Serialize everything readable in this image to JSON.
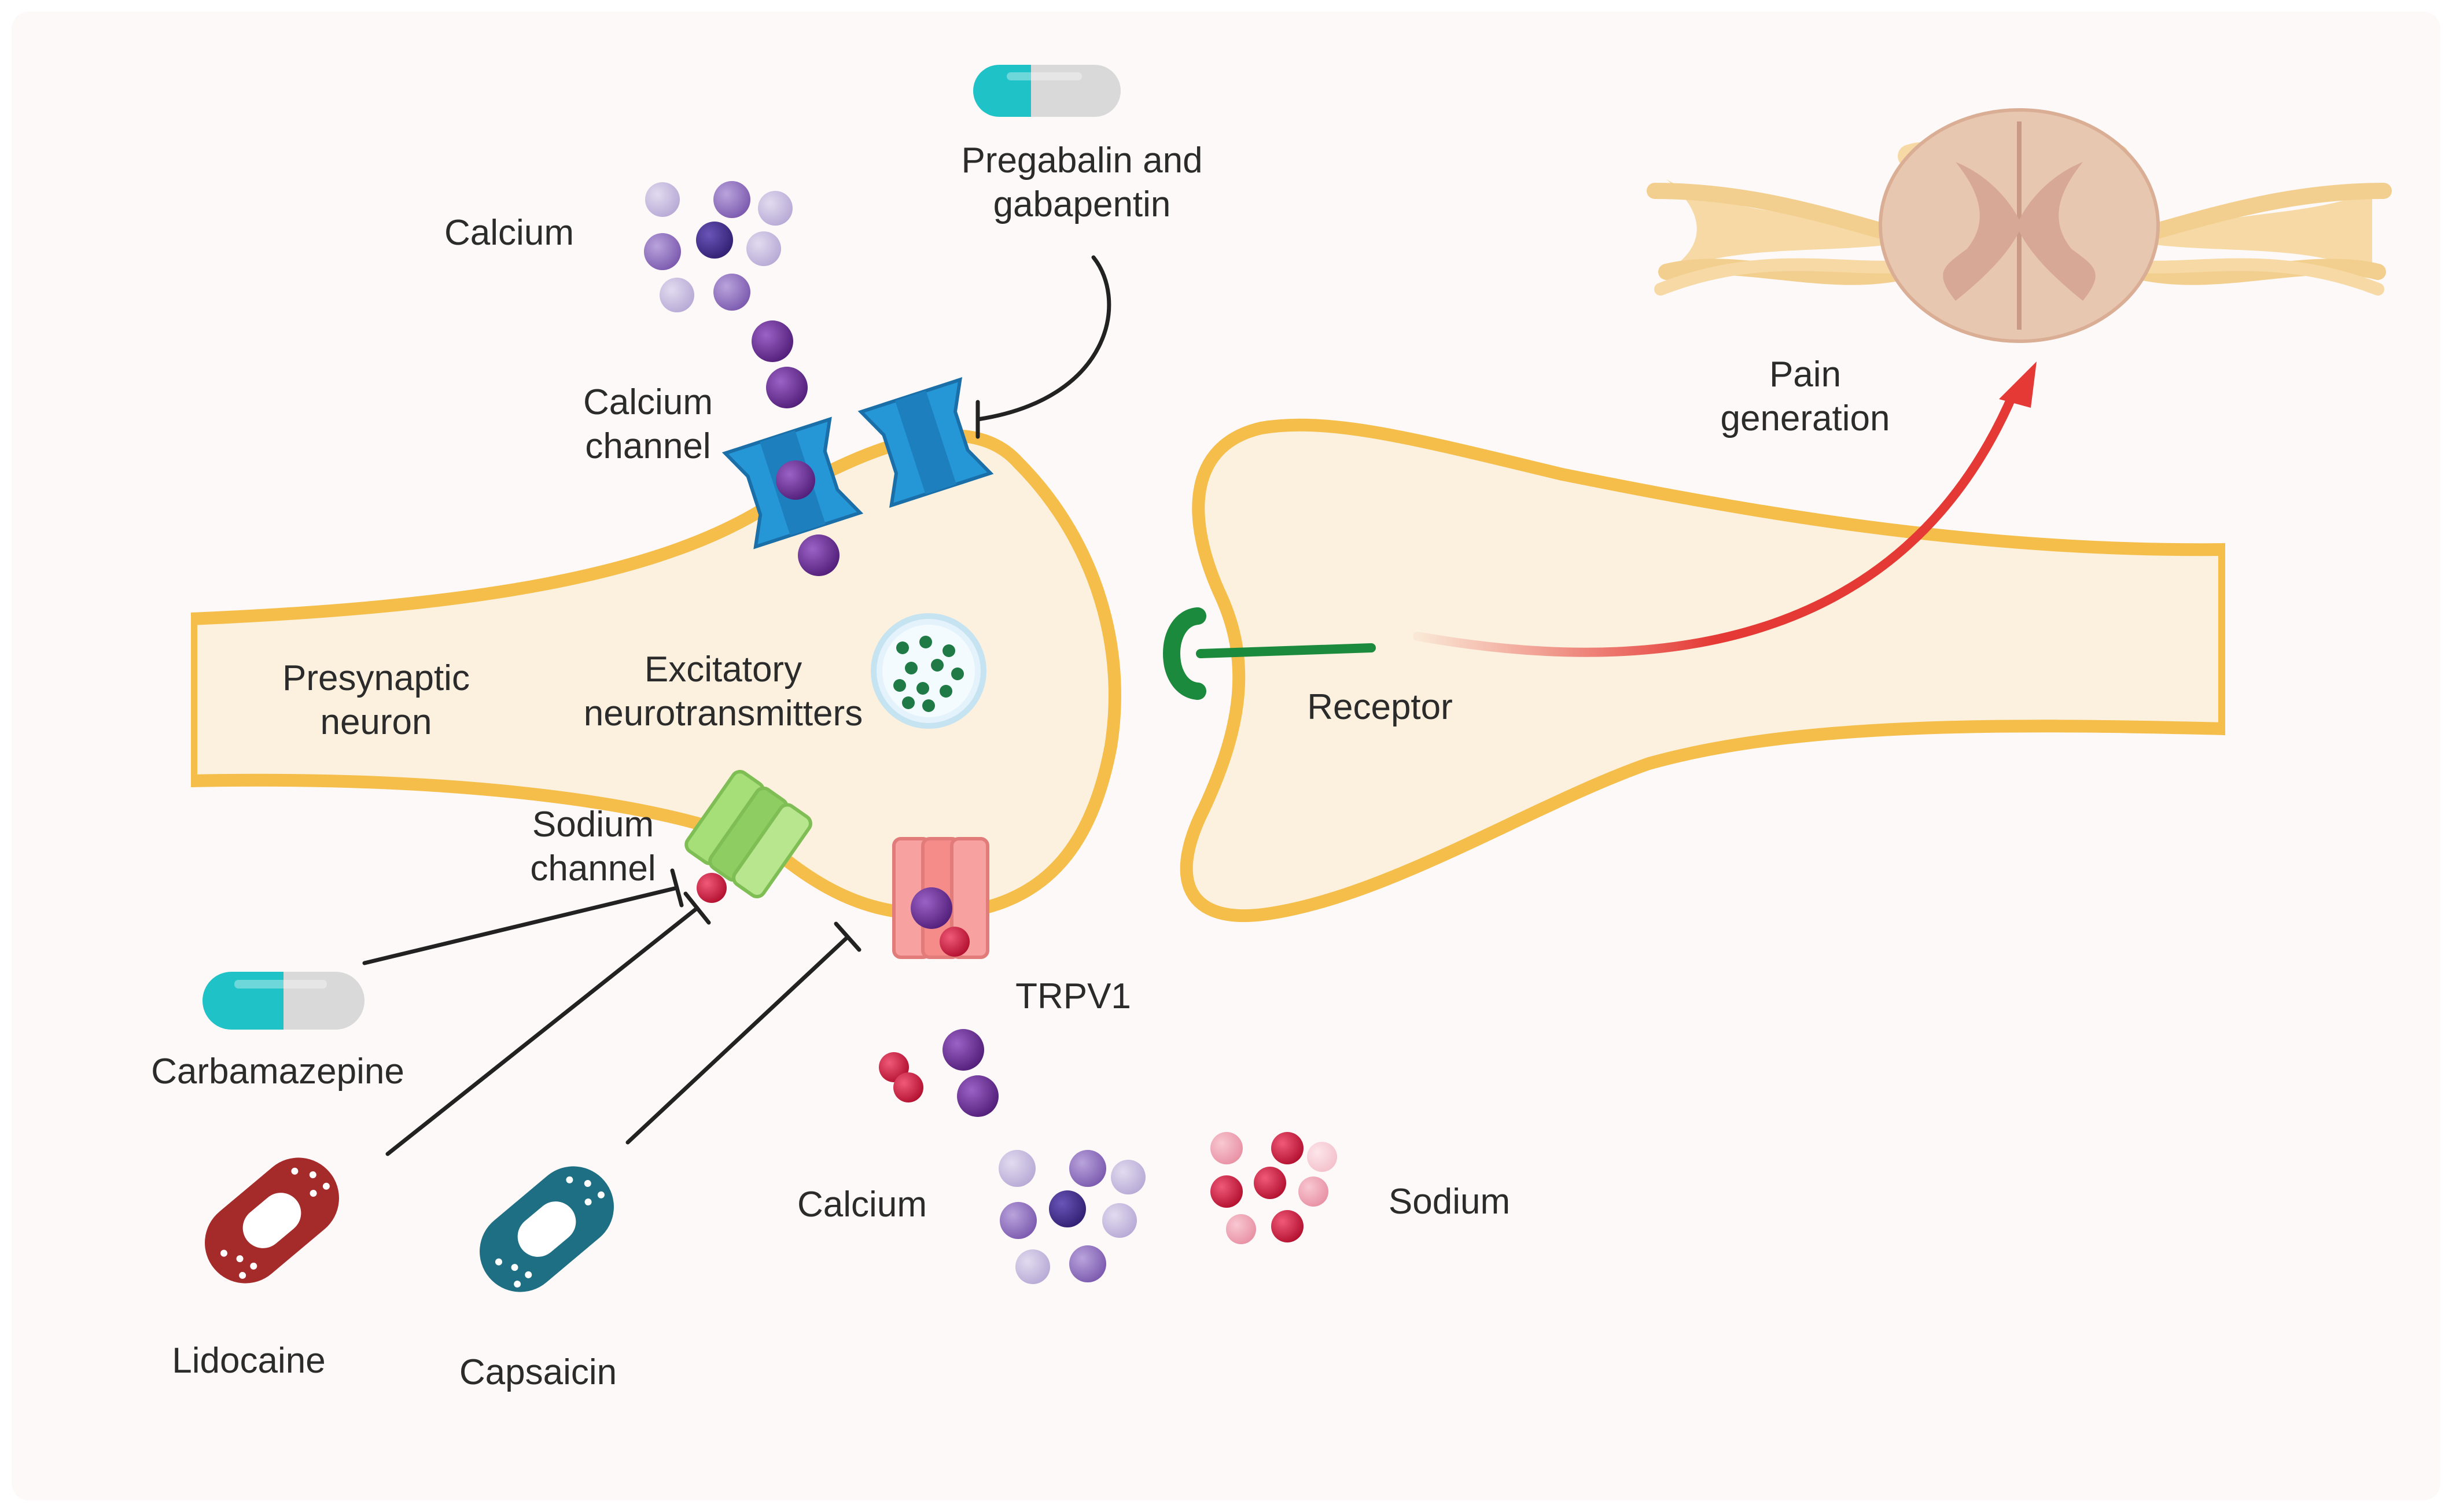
{
  "labels": {
    "calcium_top": "Calcium",
    "pregabalin": [
      "Pregabalin and",
      "gabapentin"
    ],
    "calcium_channel": [
      "Calcium",
      "channel"
    ],
    "pain_generation": [
      "Pain",
      "generation"
    ],
    "presynaptic_neuron": [
      "Presynaptic",
      "neuron"
    ],
    "excitatory_neurotransmitters": [
      "Excitatory",
      "neurotransmitters"
    ],
    "receptor": "Receptor",
    "sodium_channel": [
      "Sodium",
      "channel"
    ],
    "trpv1": "TRPV1",
    "carbamazepine": "Carbamazepine",
    "calcium_bottom": "Calcium",
    "sodium": "Sodium",
    "lidocaine": "Lidocaine",
    "capsaicin": "Capsaicin"
  },
  "colors": {
    "background": "#fdf9f8",
    "neuron_fill": "#fbf1de",
    "membrane": "#f5be4a",
    "calcium_channel": "#2596d6",
    "sodium_channel": "#a6de78",
    "trpv1": "#f7a2a0",
    "receptor": "#1b8a3c",
    "pain_arrow": "#e53935",
    "ion_calcium": "#8a6bb8",
    "ion_calcium_dark": "#5e2a87",
    "ion_sodium": "#c2183a",
    "vesicle_dots": "#1f7a45",
    "capsule_teal": "#1fc2c7",
    "patch_lidocaine": "#a52a2a",
    "patch_capsaicin": "#1e6f84",
    "spinal_cord": "#e8c7b0",
    "nerve_roots": "#f6d9a4"
  },
  "icons": [
    "capsule-icon",
    "lidocaine-patch-icon",
    "capsaicin-patch-icon",
    "spinal-cord-icon",
    "vesicle-icon"
  ]
}
